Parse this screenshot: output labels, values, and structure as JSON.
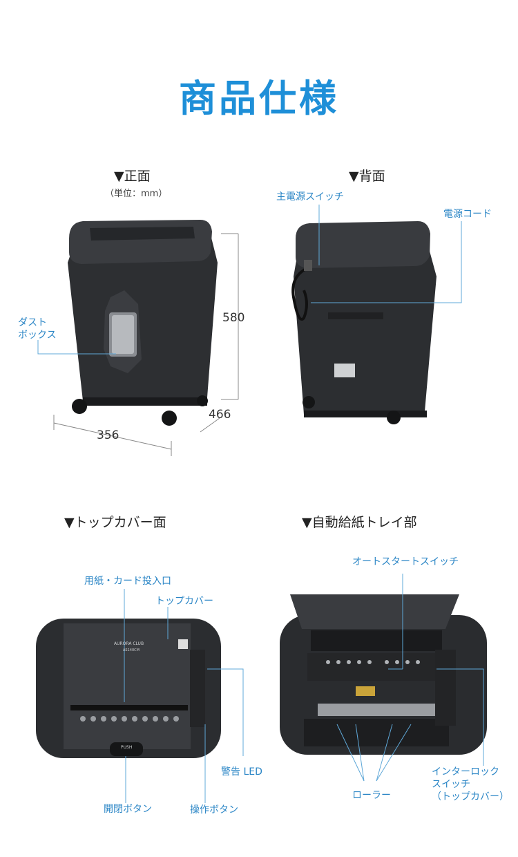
{
  "page": {
    "title": "商品仕様"
  },
  "front": {
    "heading": "▼正面",
    "unit": "（単位：mm）",
    "callout_dust": "ダスト\nボックス",
    "dim_height": "580",
    "dim_depth": "466",
    "dim_width": "356"
  },
  "back": {
    "heading": "▼背面",
    "callout_switch": "主電源スイッチ",
    "callout_cord": "電源コード"
  },
  "top": {
    "heading": "▼トップカバー面",
    "callout_slot": "用紙・カード投入口",
    "callout_cover": "トップカバー",
    "callout_led": "警告 LED",
    "callout_open": "開閉ボタン",
    "callout_ops": "操作ボタン",
    "brand": "AURORA CLUB",
    "model": "AS140CM",
    "push": "PUSH"
  },
  "auto": {
    "heading": "▼自動給紙トレイ部",
    "callout_autostart": "オートスタートスイッチ",
    "callout_interlock": "インターロック\nスイッチ\n（トップカバー）",
    "callout_roller": "ローラー"
  },
  "colors": {
    "accent": "#1e8fd8",
    "callout": "#2b86c6",
    "body": "#2c2e31",
    "body_dark": "#1c1d1f"
  }
}
